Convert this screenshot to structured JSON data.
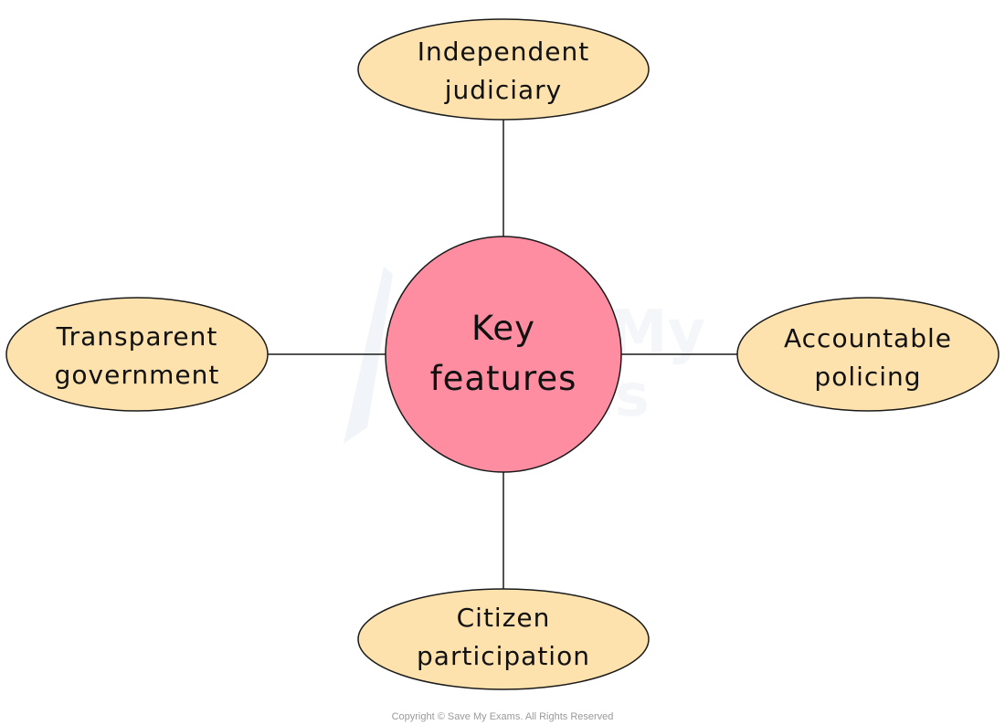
{
  "center": {
    "lines": [
      "Key",
      "features"
    ]
  },
  "nodes": {
    "top": {
      "lines": [
        "Independent",
        "judiciary"
      ]
    },
    "left": {
      "lines": [
        "Transparent",
        "government"
      ]
    },
    "right": {
      "lines": [
        "Accountable",
        "policing"
      ]
    },
    "bottom": {
      "lines": [
        "Citizen",
        "participation"
      ]
    }
  },
  "watermark": {
    "lines": [
      "Save My",
      "Exams"
    ]
  },
  "footer": {
    "copyright": "Copyright © Save My Exams. All Rights Reserved"
  },
  "colors": {
    "outer_fill": "#fde2ad",
    "center_fill": "#fe8da2",
    "stroke": "#1a1a1a"
  }
}
